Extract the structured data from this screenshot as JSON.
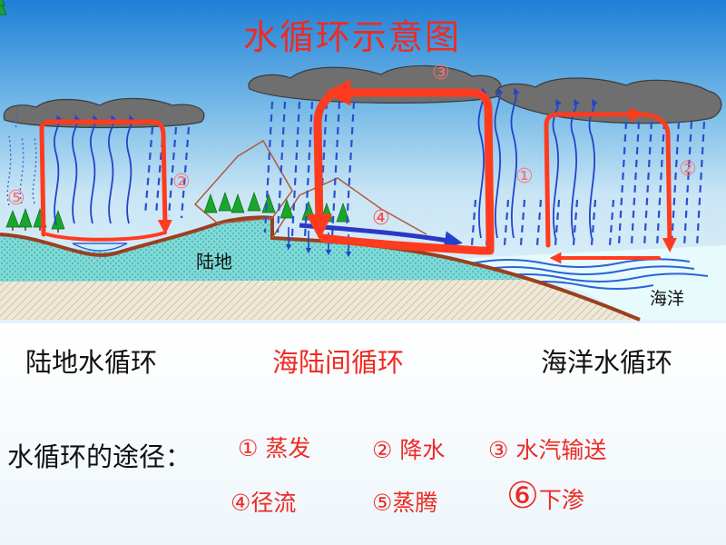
{
  "title": "水循环示意图",
  "labels": {
    "land": "陆地",
    "ocean": "海洋"
  },
  "markers": {
    "m1": "①",
    "m2": "②",
    "m3": "③",
    "m4": "④",
    "m5": "⑤"
  },
  "cycles": {
    "land": "陆地水循环",
    "sea_land": "海陆间循环",
    "ocean": "海洋水循环"
  },
  "paths": {
    "label": "水循环的途径：",
    "evaporation": "① 蒸发",
    "precipitation": "② 降水",
    "vapor_transport": "③ 水汽输送",
    "runoff": "④径流",
    "transpiration": "⑤蒸腾",
    "infiltration_num": "⑥",
    "infiltration_text": "下渗"
  },
  "colors": {
    "title": "#f02a22",
    "sky_top": "#1e7fd6",
    "sky_bottom": "#c9e5f5",
    "cycle_arrow": "#ff3b1f",
    "precip_arrow": "#2244cc",
    "ocean": "#e7fbfd",
    "land_cyan": "#7fd9d6",
    "ground_beige": "#efe8d6"
  }
}
